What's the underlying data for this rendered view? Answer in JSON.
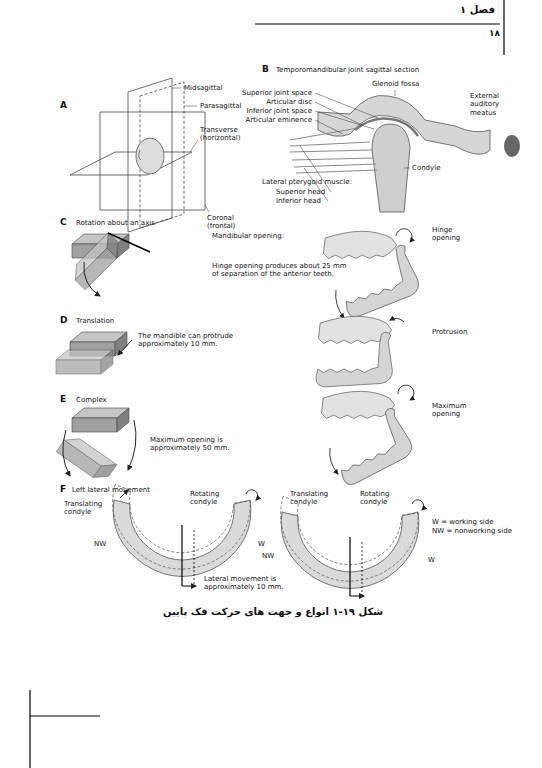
{
  "diagram": {
    "caption": "شکل ۱۹-۱ انواع و جهت های حرکت فک پایین",
    "labels": [
      "فصل ۱",
      "۱۸",
      "A",
      "Midsagittal",
      "Parasagittal",
      "Transverse (horizontal)",
      "Coronal (frontal)",
      "B",
      "Temporomandibular joint sagittal section",
      "Superior joint space",
      "Articular disc",
      "Inferior joint space",
      "Articular eminence",
      "Glenoid fossa",
      "External auditory meatus",
      "Condyle",
      "Lateral pterygoid muscle:",
      "Superior head",
      "Inferior head",
      "C",
      "Rotation about an axis",
      "Mandibular opening:",
      "Hinge opening produces about 25 mm of separation of the anterior teeth.",
      "Hinge opening",
      "D",
      "Translation",
      "The mandible can protrude approximately 10 mm.",
      "Protrusion",
      "E",
      "Complex",
      "Maximum opening is approximately 50 mm.",
      "Maximum opening",
      "F",
      "Left lateral movement",
      "Translating condyle",
      "Rotating condyle",
      "NW",
      "W",
      "Lateral movement is approximately 10 mm.",
      "Translating condyle",
      "Rotating condyle",
      "NW",
      "W",
      "W = working side",
      "NW = nonworking side"
    ]
  }
}
